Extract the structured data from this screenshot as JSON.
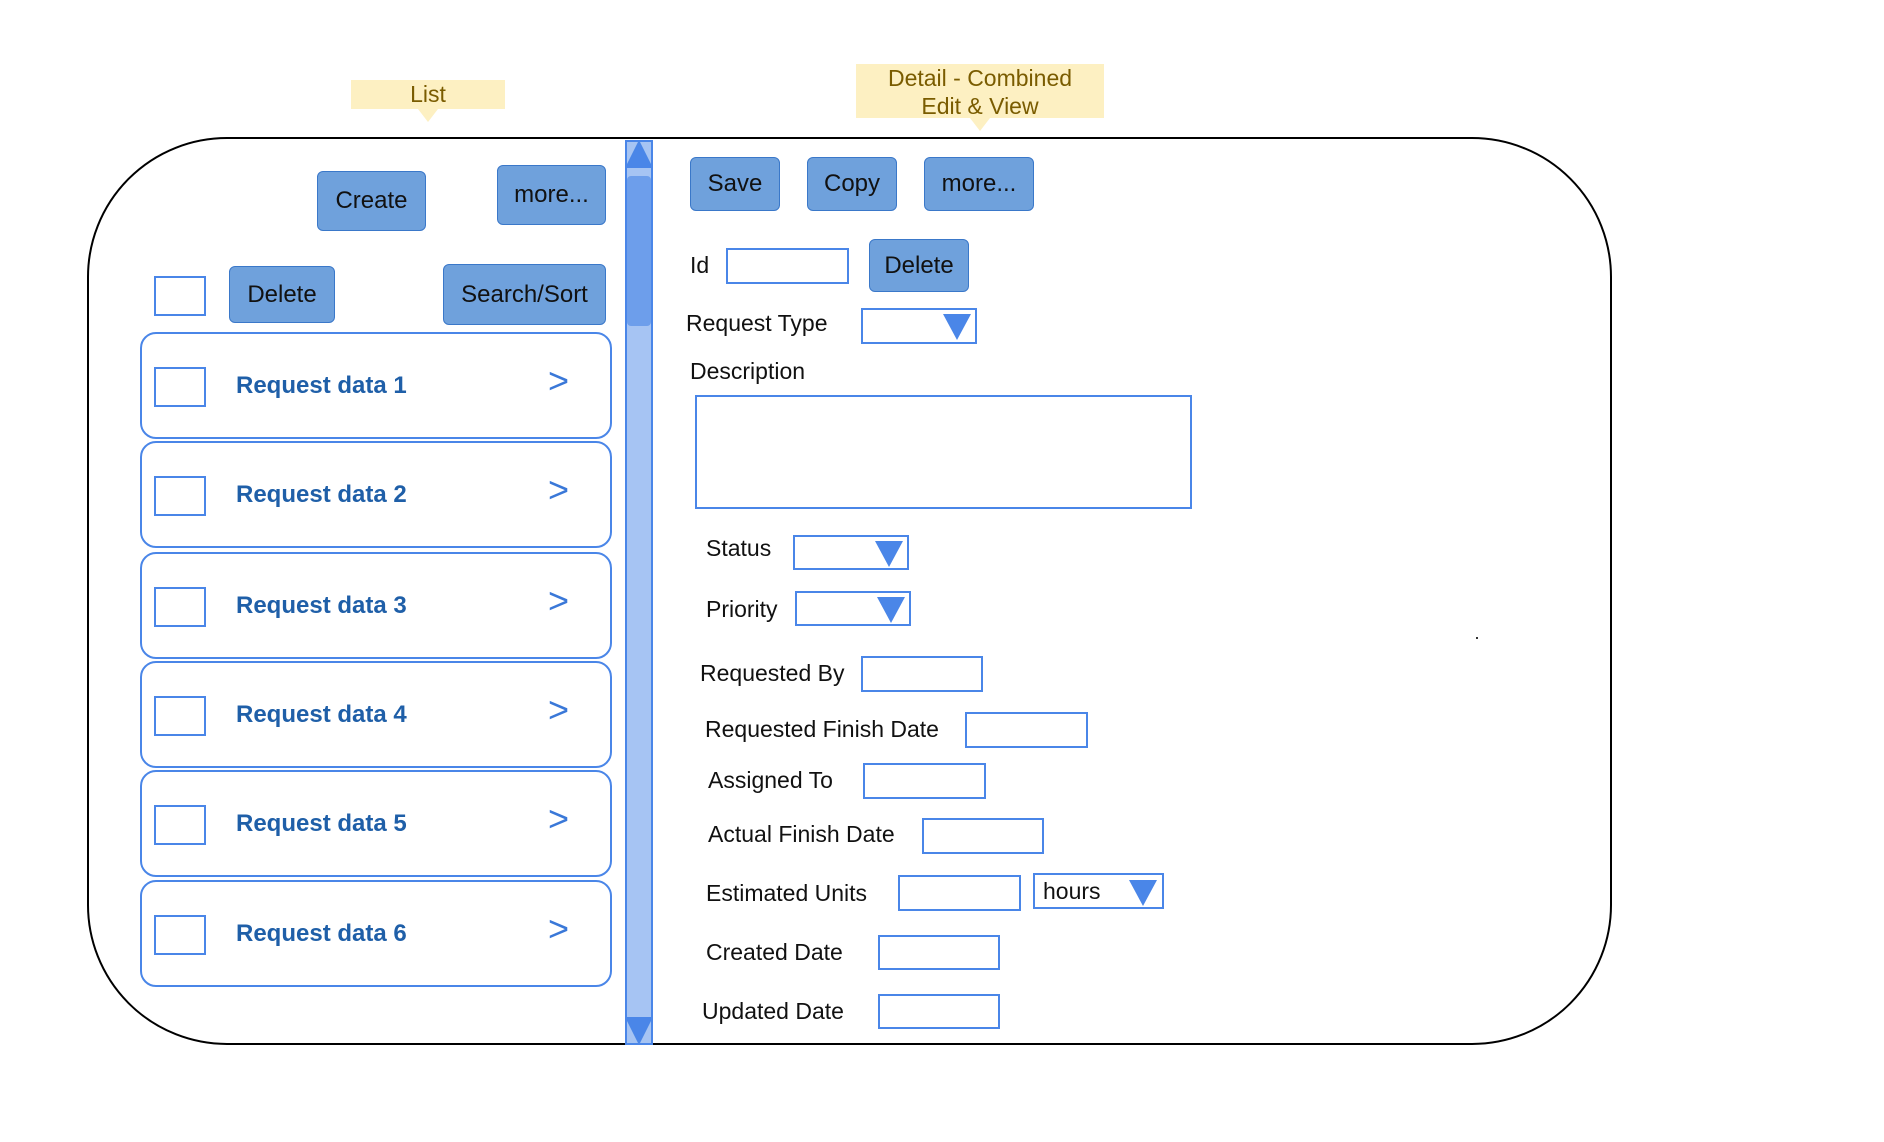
{
  "callouts": {
    "list": "List",
    "detail_line1": "Detail - Combined",
    "detail_line2": "Edit & View"
  },
  "list_panel": {
    "create_label": "Create",
    "more_label": "more...",
    "delete_label": "Delete",
    "search_sort_label": "Search/Sort",
    "items": [
      {
        "label": "Request data 1",
        "chevron": ">"
      },
      {
        "label": "Request data 2",
        "chevron": ">"
      },
      {
        "label": "Request data 3",
        "chevron": ">"
      },
      {
        "label": "Request data 4",
        "chevron": ">"
      },
      {
        "label": "Request data 5",
        "chevron": ">"
      },
      {
        "label": "Request data 6",
        "chevron": ">"
      }
    ]
  },
  "detail_panel": {
    "save_label": "Save",
    "copy_label": "Copy",
    "more_label": "more...",
    "delete_label": "Delete",
    "fields": {
      "id": "Id",
      "request_type": "Request Type",
      "description": "Description",
      "status": "Status",
      "priority": "Priority",
      "requested_by": "Requested By",
      "requested_finish_date": "Requested Finish Date",
      "assigned_to": "Assigned To",
      "actual_finish_date": "Actual Finish Date",
      "estimated_units": "Estimated Units",
      "estimated_units_unit": "hours",
      "created_date": "Created Date",
      "updated_date": "Updated Date"
    }
  },
  "colors": {
    "button_fill": "#6fa1dc",
    "outline_blue": "#4a86e8",
    "callout_fill": "#fdf0c2",
    "item_text": "#1f5fa8"
  }
}
